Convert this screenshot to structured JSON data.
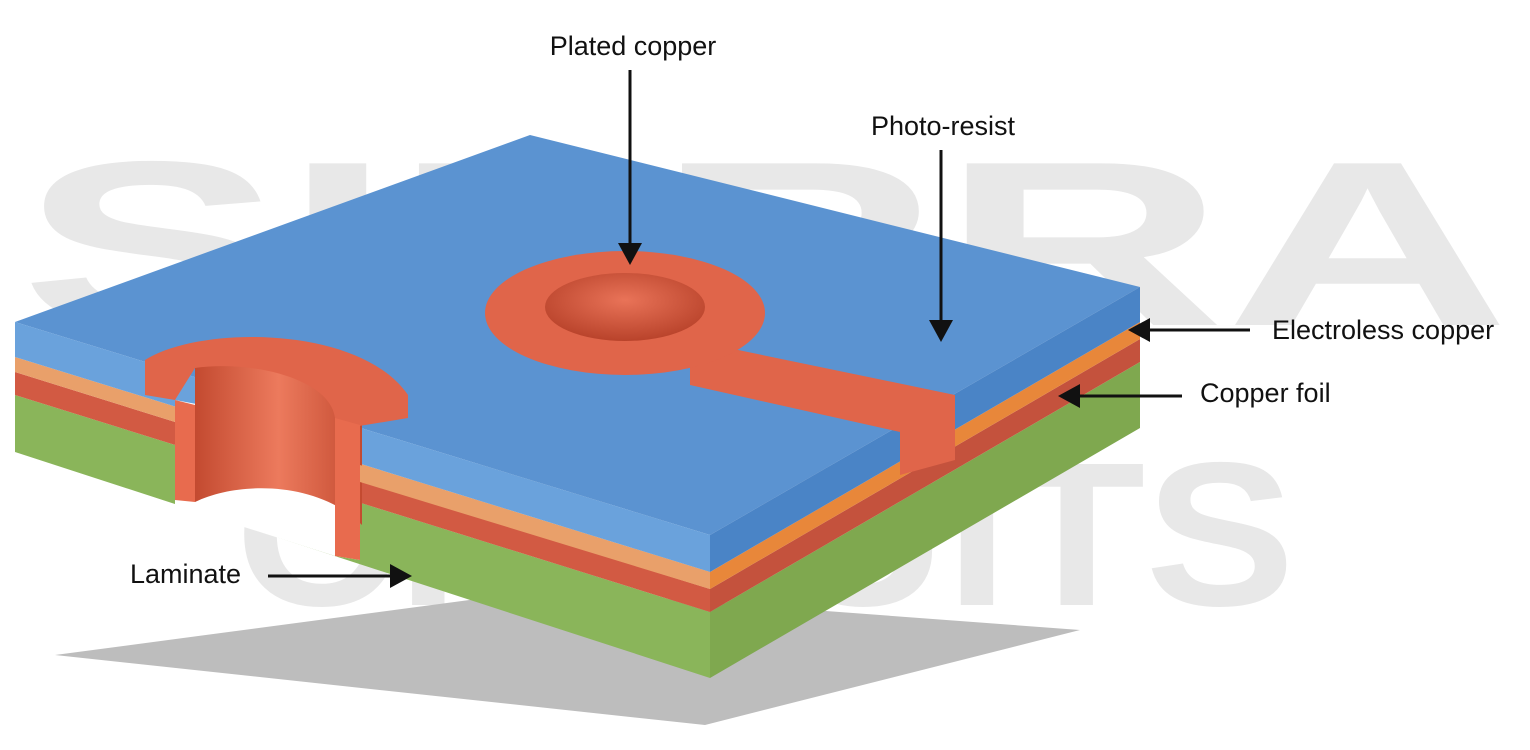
{
  "labels": {
    "plated_copper": "Plated copper",
    "photo_resist": "Photo-resist",
    "electroless_copper": "Electroless copper",
    "copper_foil": "Copper foil",
    "laminate": "Laminate"
  },
  "watermark": {
    "line1": "SIERRA",
    "line2": "CIRCUITS"
  },
  "colors": {
    "photo_resist": "#5b93d1",
    "plated_copper": "#e0654a",
    "electroless_copper": "#e88a3e",
    "copper_foil": "#d25a43",
    "laminate": "#8ab55a",
    "shadow": "#c2c2c2"
  }
}
